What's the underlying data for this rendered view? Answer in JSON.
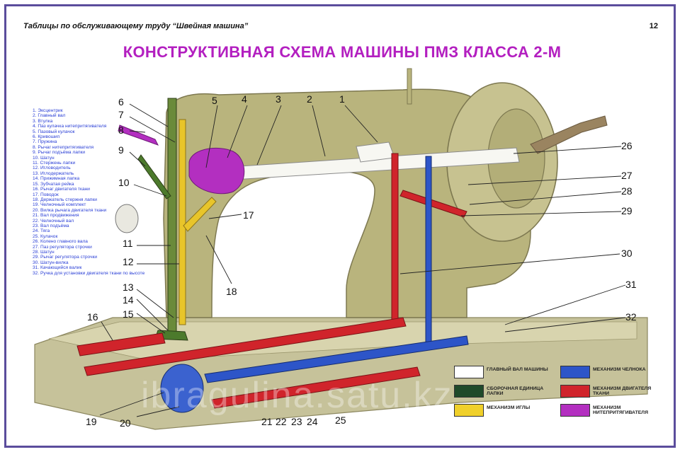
{
  "header": {
    "series_title": "Таблицы по обслуживающему труду  “Швейная машина”",
    "page_number": "12"
  },
  "title": "КОНСТРУКТИВНАЯ СХЕМА МАШИНЫ ПМЗ КЛАССА 2-М",
  "parts_list": [
    "1. Эксцентрик",
    "2. Главный вал",
    "3. Втулка",
    "4. Паз кулачка нитепритягивателя",
    "5. Пазовый кулачок",
    "6. Кривошип",
    "7. Пружина",
    "8. Рычаг нитепритягивателя",
    "9. Рычаг подъёма лапки",
    "10. Шатун",
    "11. Стержень лапки",
    "12. Игловодитель",
    "13. Иглодержатель",
    "14. Прижимная лапка",
    "15. Зубчатая рейка",
    "16. Рычаг двигателя ткани",
    "17. Поводок",
    "18. Держатель стержня лапки",
    "19. Челночный комплект",
    "20. Вилка рычага двигателя ткани",
    "21. Вал продвижения",
    "22. Челночный вал",
    "23. Вал подъёма",
    "24. Тяга",
    "25. Кулачок",
    "26. Колено главного вала",
    "27. Паз регулятора строчки",
    "28. Шатун",
    "29. Рычаг регулятора строчки",
    "30. Шатун-вилка",
    "31. Качающийся валик",
    "32. Ручка для установки двигателя ткани по высоте"
  ],
  "callouts": [
    "1",
    "2",
    "3",
    "4",
    "5",
    "6",
    "7",
    "8",
    "9",
    "10",
    "11",
    "12",
    "13",
    "14",
    "15",
    "16",
    "17",
    "18",
    "19",
    "20",
    "21",
    "22",
    "23",
    "24",
    "25",
    "26",
    "27",
    "28",
    "29",
    "30",
    "31",
    "32"
  ],
  "legend": [
    {
      "label": "ГЛАВНЫЙ ВАЛ МАШИНЫ",
      "color": "#ffffff"
    },
    {
      "label": "МЕХАНИЗМ ЧЕЛНОКА",
      "color": "#2d55c8"
    },
    {
      "label": "СБОРОЧНАЯ ЕДИНИЦА ЛАПКИ",
      "color": "#1f4a2a"
    },
    {
      "label": "МЕХАНИЗМ ДВИГАТЕЛЯ ТКАНИ",
      "color": "#d0242b"
    },
    {
      "label": "МЕХАНИЗМ ИГЛЫ",
      "color": "#f0d02a"
    },
    {
      "label": "МЕХАНИЗМ НИТЕПРИТЯГИВАТЕЛЯ",
      "color": "#b32fc0"
    }
  ],
  "watermark": "ibragulina.satu.kz"
}
